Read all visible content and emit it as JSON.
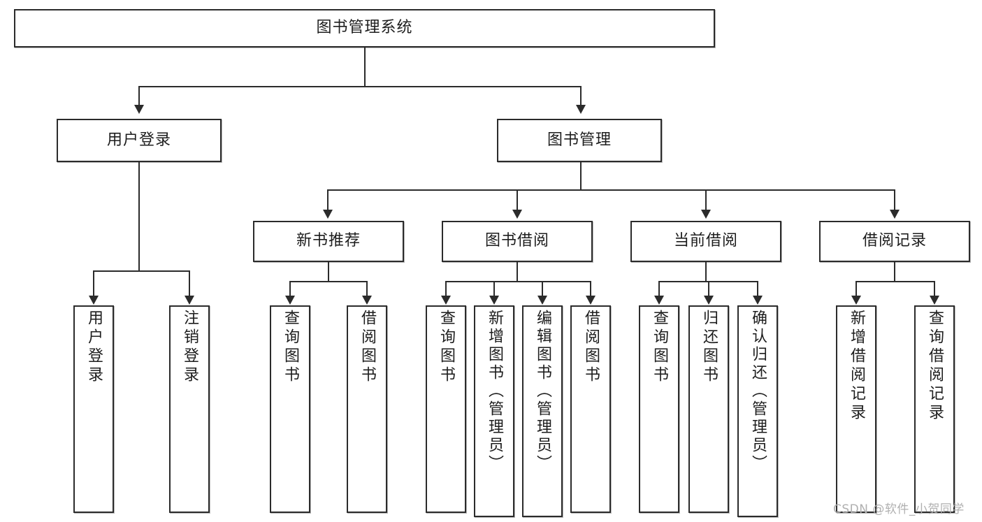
{
  "diagram": {
    "type": "tree-hierarchy",
    "title": "图书管理系统",
    "orientation": "top-down",
    "colors": {
      "box_border": "#2b2b2b",
      "box_fill": "#ffffff",
      "connector": "#2b2b2b",
      "text": "#1d1d1d",
      "watermark": "#b0b0b0",
      "background": "#ffffff"
    },
    "levels": {
      "root": "图书管理系统",
      "level2": [
        "用户登录",
        "图书管理"
      ],
      "level3": [
        "新书推荐",
        "图书借阅",
        "当前借阅",
        "借阅记录"
      ]
    }
  },
  "root": {
    "label": "图书管理系统"
  },
  "nodes": {
    "user_login": {
      "label": "用户登录"
    },
    "book_management": {
      "label": "图书管理"
    },
    "new_book_recommend": {
      "label": "新书推荐"
    },
    "book_borrow": {
      "label": "图书借阅"
    },
    "current_borrow": {
      "label": "当前借阅"
    },
    "borrow_record": {
      "label": "借阅记录"
    }
  },
  "leaves": {
    "user_login": [
      {
        "label": "用户登录"
      },
      {
        "label": "注销登录"
      }
    ],
    "new_book_recommend": [
      {
        "label": "查询图书"
      },
      {
        "label": "借阅图书"
      }
    ],
    "book_borrow": [
      {
        "label": "查询图书"
      },
      {
        "label": "新增图书（管理员）"
      },
      {
        "label": "编辑图书（管理员）"
      },
      {
        "label": "借阅图书"
      }
    ],
    "current_borrow": [
      {
        "label": "查询图书"
      },
      {
        "label": "归还图书"
      },
      {
        "label": "确认归还（管理员）"
      }
    ],
    "borrow_record": [
      {
        "label": "新增借阅记录"
      },
      {
        "label": "查询借阅记录"
      }
    ]
  },
  "watermark": {
    "text": "CSDN @软件_小贺同学"
  }
}
